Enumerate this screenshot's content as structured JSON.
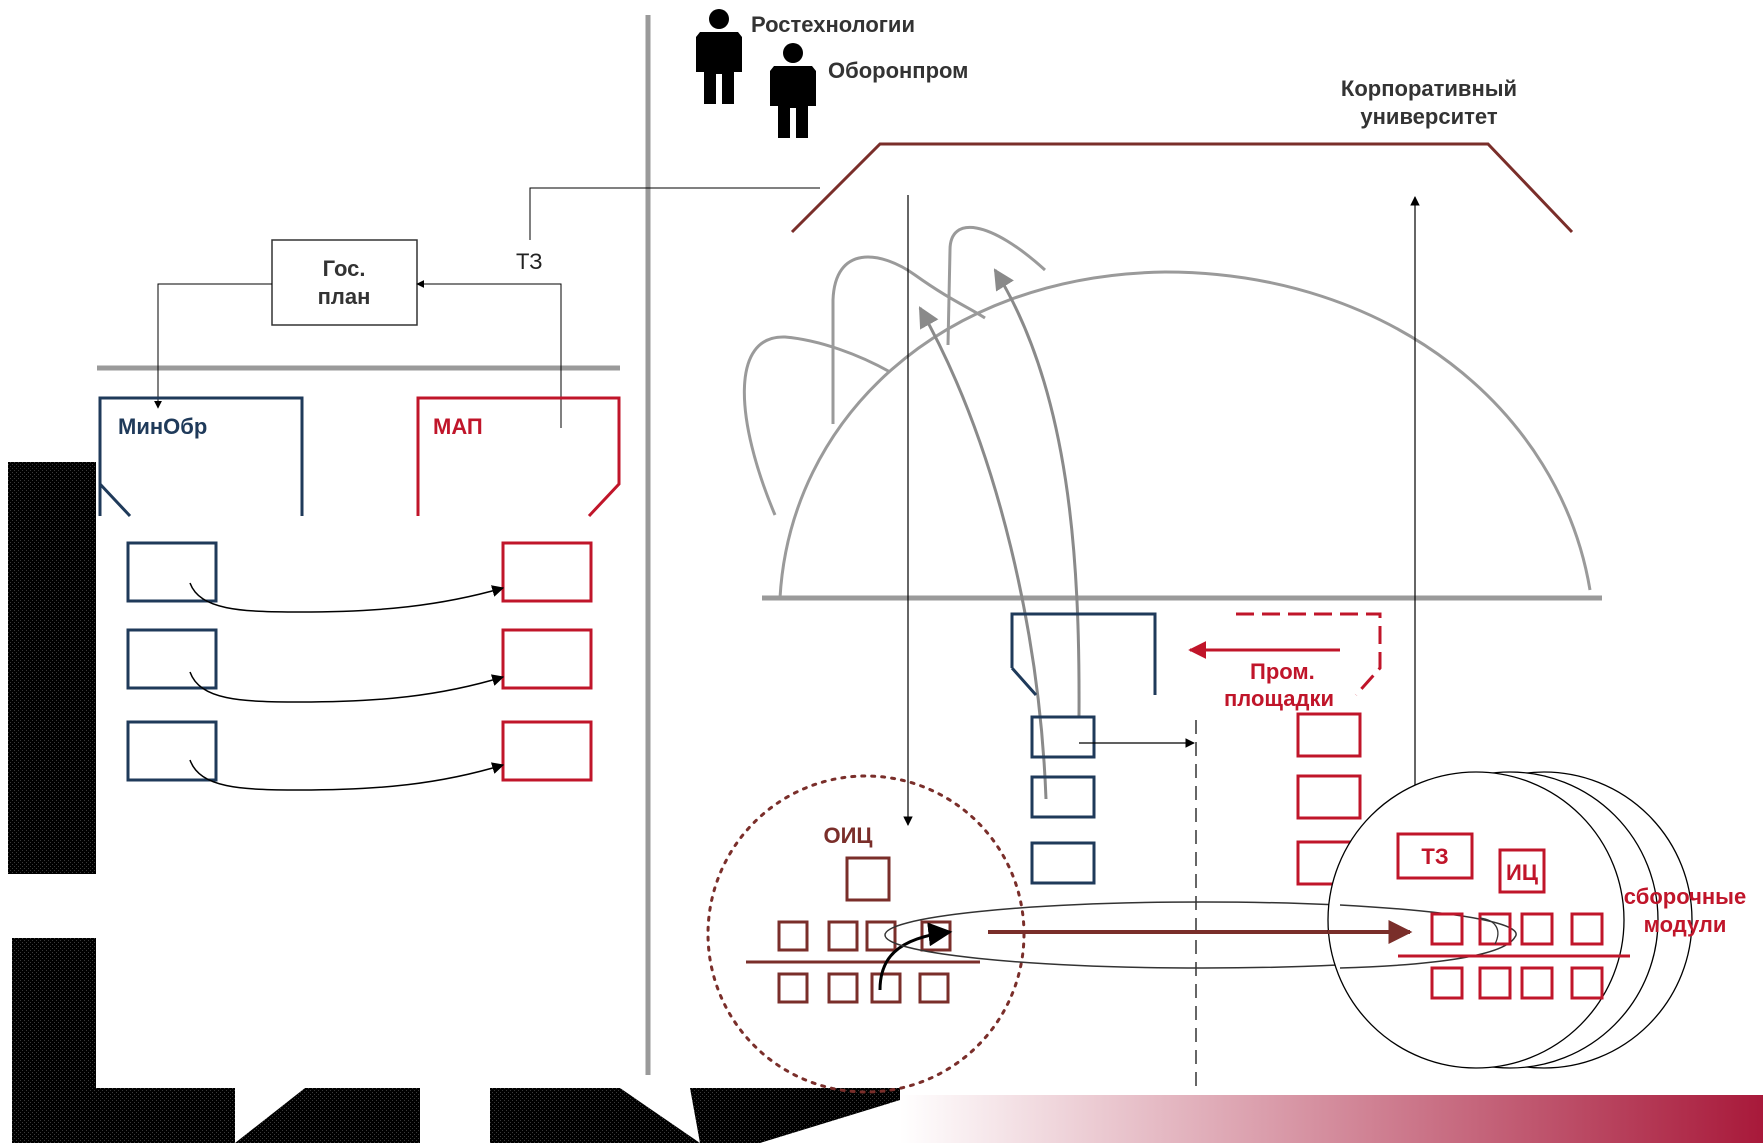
{
  "labels": {
    "rostec": "Ростехнологии",
    "oboronprom": "Оборонпром",
    "corp_univ_line1": "Корпоративный",
    "corp_univ_line2": "университет",
    "gosplan_line1": "Гос.",
    "gosplan_line2": "план",
    "tz_left": "ТЗ",
    "minobr": "МинОбр",
    "map": "МАП",
    "prom_line1": "Пром.",
    "prom_line2": "площадки",
    "oic": "ОИЦ",
    "tz_right": "ТЗ",
    "ic": "ИЦ",
    "assembly_line1": "сборочные",
    "assembly_line2": "модули"
  },
  "icons": [
    "person-icon",
    "person-icon"
  ],
  "colors": {
    "navy": "#1f3a5a",
    "red": "#c0152a",
    "brown": "#7a2e2a",
    "gray": "#9a9a9a",
    "black": "#000000"
  }
}
